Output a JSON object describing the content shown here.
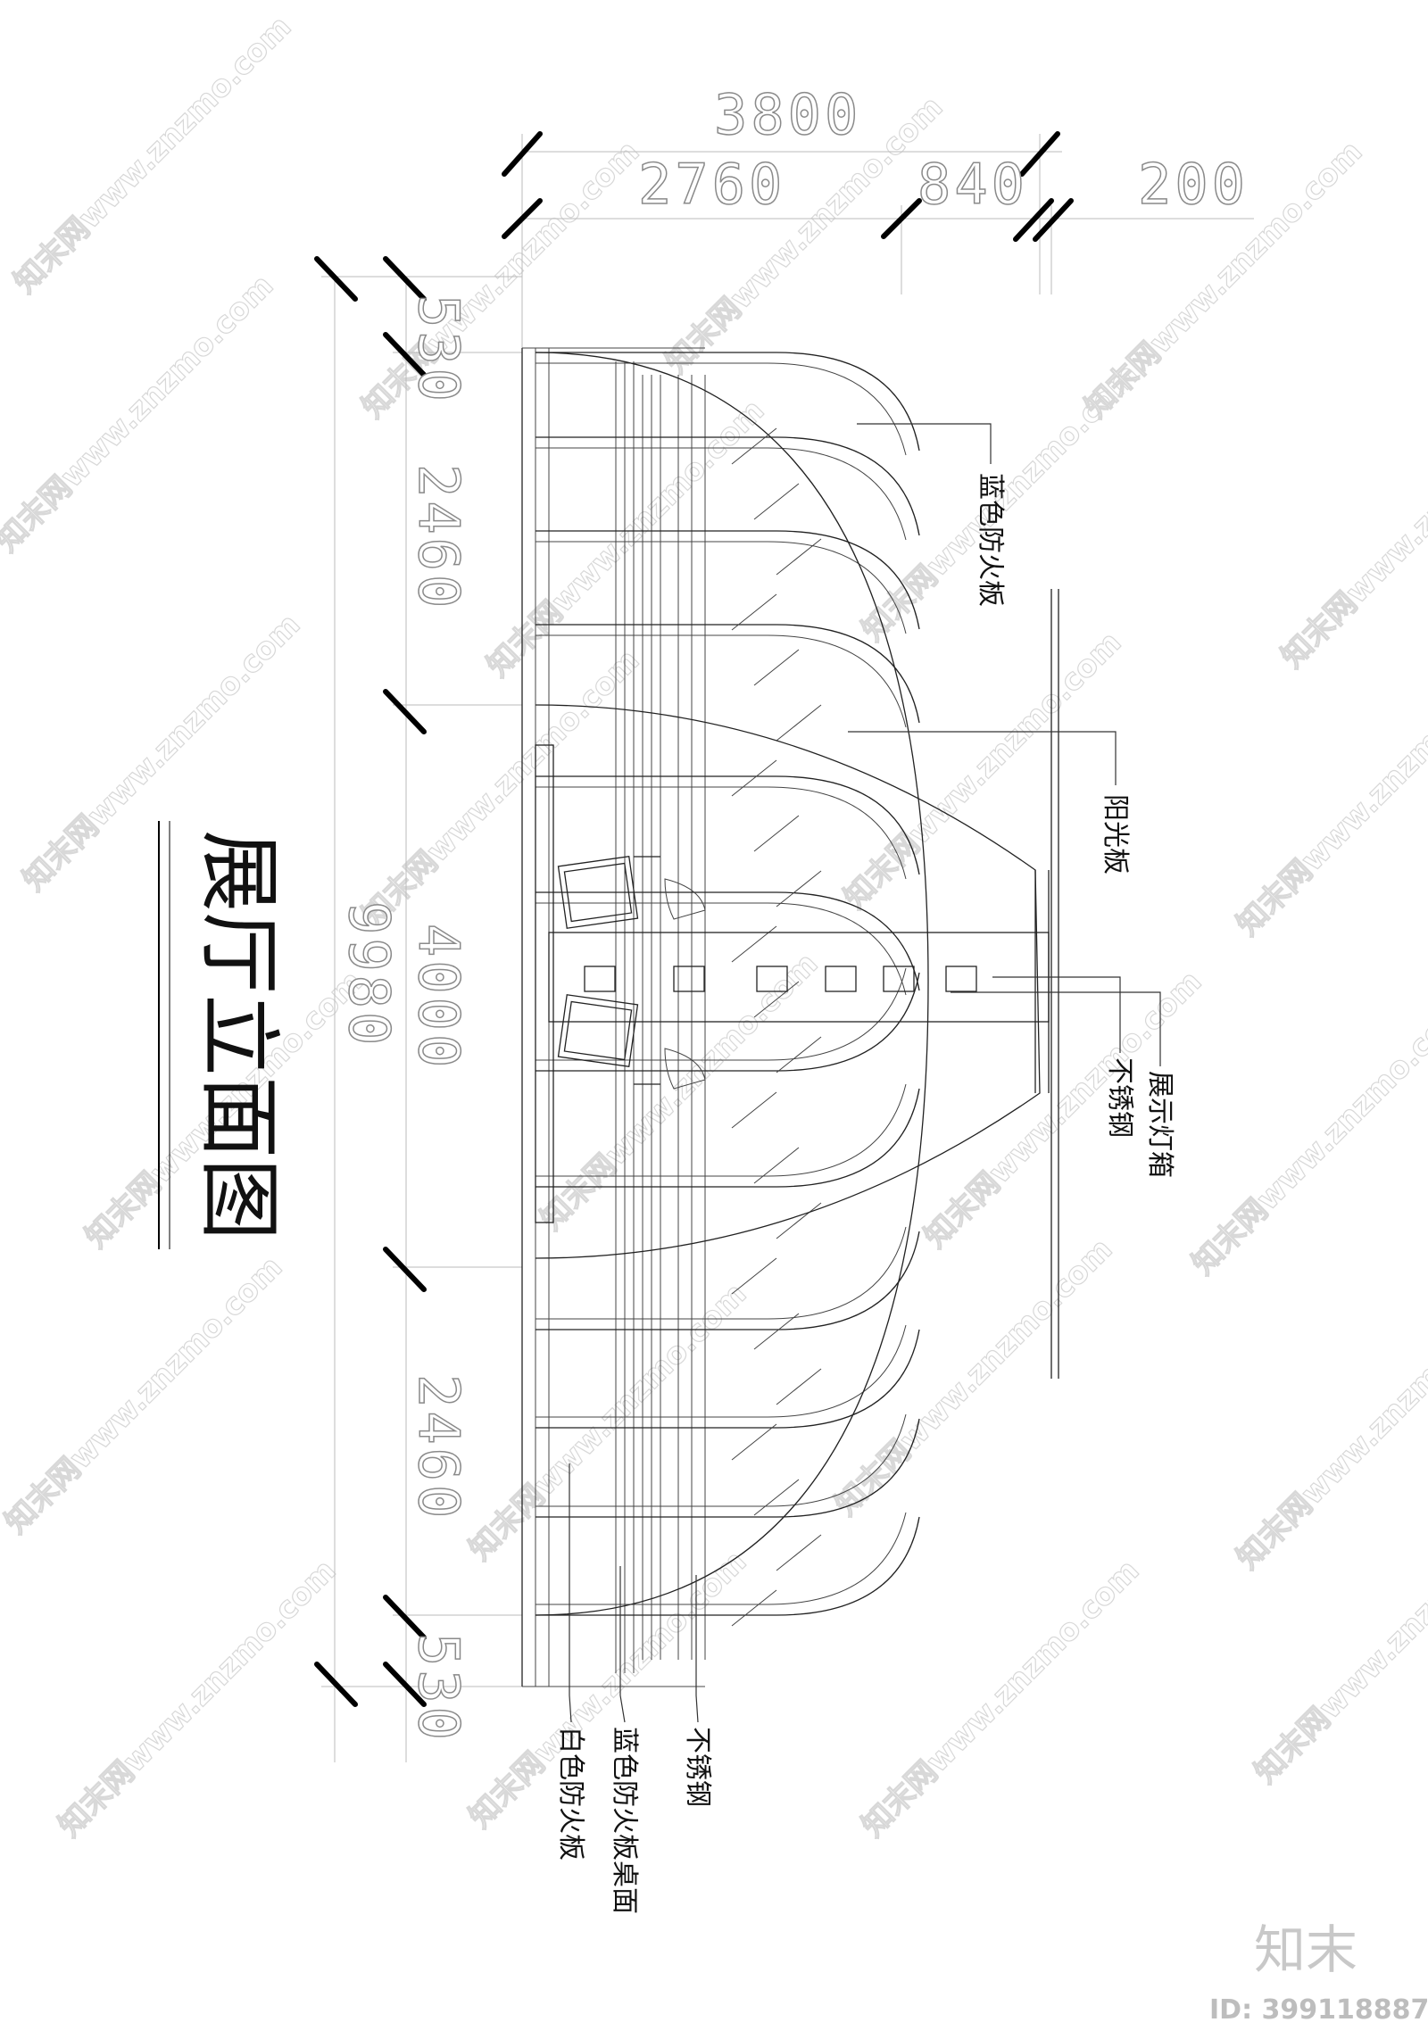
{
  "title": "展厅立面图",
  "dimensions": {
    "horizontal": {
      "total": "3800",
      "a": "2760",
      "b": "840",
      "c": "200"
    },
    "vertical": {
      "total": "9980",
      "top": "530",
      "upper": "2460",
      "middle": "4000",
      "lower": "2460",
      "bottom": "530"
    }
  },
  "callouts": {
    "blue_fireproof_board": "蓝色防火板",
    "sun_panel": "阳光板",
    "display_lightbox": "展示灯箱",
    "stainless_steel_right": "不锈钢",
    "stainless_steel_bottom": "不锈钢",
    "blue_fireproof_desktop": "蓝色防火板桌面",
    "white_fireproof_board": "白色防火板"
  },
  "watermark": {
    "text": "知末网www.znzmo.com",
    "brand": "知末",
    "id": "ID: 399118887"
  },
  "colors": {
    "line": "#222222",
    "dimension": "#9a9a9a",
    "watermark": "#d8d8d8"
  }
}
